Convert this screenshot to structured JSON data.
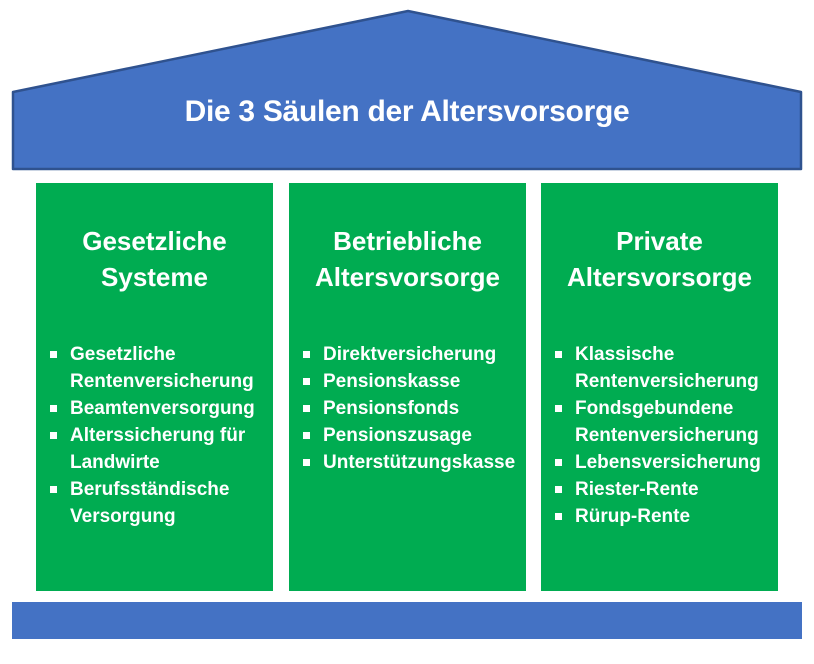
{
  "diagram": {
    "title": "Die 3 Säulen der Altersvorsorge",
    "colors": {
      "roof_fill": "#4472C4",
      "roof_border": "#2F528F",
      "pillar_green": "#00AC51",
      "base_fill": "#4472C4",
      "text_white": "#FFFFFF"
    },
    "pillars": [
      {
        "heading": "Gesetzliche Systeme",
        "items": [
          "Gesetzliche Rentenversicherung",
          "Beamtenversorgung",
          "Alterssicherung für Landwirte",
          "Berufsständische Versorgung"
        ]
      },
      {
        "heading": "Betriebliche Altersvorsorge",
        "items": [
          "Direktversicherung",
          "Pensionskasse",
          "Pensionsfonds",
          "Pensionszusage",
          "Unterstützungskasse"
        ]
      },
      {
        "heading": "Private Altersvorsorge",
        "items": [
          "Klassische Rentenversicherung",
          "Fondsgebundene Rentenversicherung",
          "Lebensversicherung",
          "Riester-Rente",
          "Rürup-Rente"
        ]
      }
    ]
  }
}
